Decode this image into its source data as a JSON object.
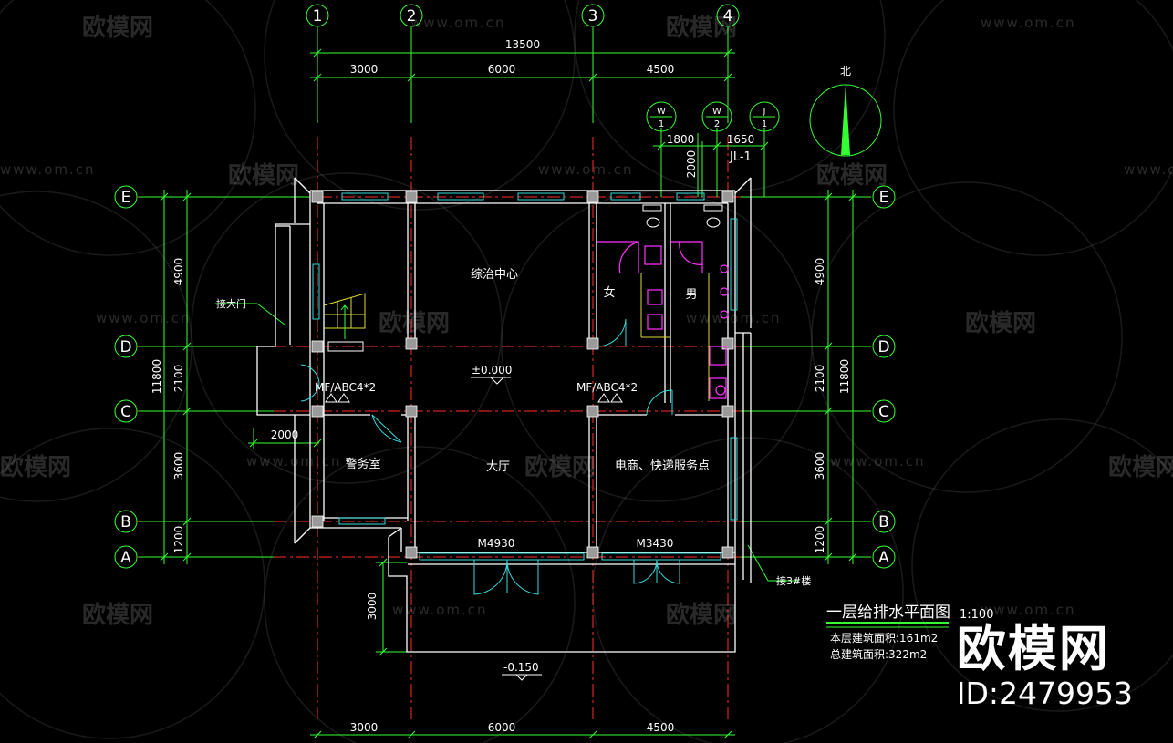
{
  "watermark": {
    "logo": "欧模网",
    "url": "www.om.cn"
  },
  "brand": {
    "logo": "欧模网",
    "id": "ID:2479953"
  },
  "drawing": {
    "colors": {
      "background": "#000000",
      "axis_line": "#ff2b2b",
      "dimension": "#33ff33",
      "wall": "#ffffff",
      "window": "#33dddd",
      "fixture": "#ff33ff",
      "label": "#ffffff",
      "door": "#33dddd"
    },
    "axes_vertical": [
      "1",
      "2",
      "3",
      "4"
    ],
    "axes_horizontal": [
      "E",
      "D",
      "C",
      "B",
      "A"
    ],
    "dims_top": {
      "overall": "13500",
      "segments": [
        "3000",
        "6000",
        "4500"
      ]
    },
    "dims_bottom": {
      "segments": [
        "3000",
        "6000",
        "4500"
      ]
    },
    "dims_left": {
      "overall": "11800",
      "segments": [
        "4900",
        "2100",
        "3600",
        "1200"
      ]
    },
    "dims_right": {
      "overall": "11800",
      "segments": [
        "4900",
        "2100",
        "3600",
        "1200"
      ]
    },
    "dim_2000_left": "2000",
    "dim_3000_porch": "3000",
    "riser_tags": [
      {
        "top": "W",
        "bottom": "1"
      },
      {
        "top": "W",
        "bottom": "2"
      },
      {
        "top": "J",
        "bottom": "1"
      }
    ],
    "riser_dims": {
      "d1800": "1800",
      "d1650": "1650",
      "d2000": "2000",
      "jl": "JL-1"
    },
    "north": "北",
    "rooms": {
      "center": "综治中心",
      "female": "女",
      "male": "男",
      "hall": "大厅",
      "police": "警务室",
      "service": "电商、快递服务点"
    },
    "labels": {
      "connect_gate": "接大门",
      "connect_well": "接3#楼",
      "extinguisher_left": "MF/ABC4*2",
      "extinguisher_right": "MF/ABC4*2",
      "level_main": "±0.000",
      "level_porch": "-0.150",
      "door_left": "M4930",
      "door_right": "M3430"
    },
    "title": {
      "name": "一层给排水平面图",
      "scale": "1:100",
      "floor_area": "本层建筑面积:161m2",
      "total_area": "总建筑面积:322m2"
    }
  }
}
